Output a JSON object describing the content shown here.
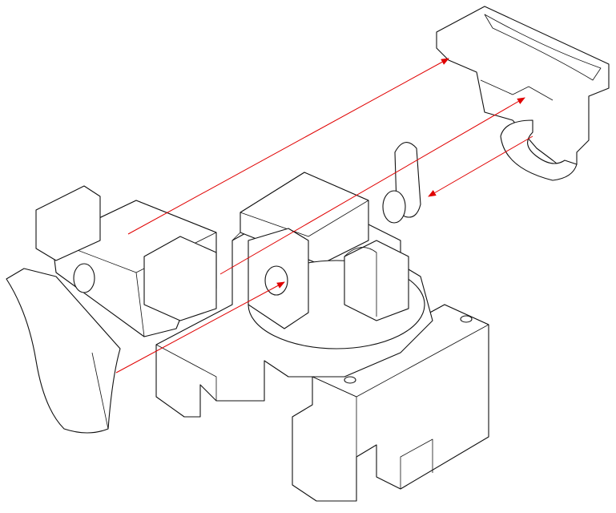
{
  "diagram": {
    "type": "exploded-assembly-line-drawing",
    "colors": {
      "line": "#111111",
      "assembly_arrow": "#e00000",
      "background": "#ffffff"
    },
    "parts": [
      {
        "name": "trigger-part"
      },
      {
        "name": "center-housing"
      },
      {
        "name": "top-right-clip-part"
      },
      {
        "name": "base-mount"
      }
    ],
    "assembly_arrows": [
      {
        "name": "arrow-1"
      },
      {
        "name": "arrow-2"
      },
      {
        "name": "arrow-3"
      },
      {
        "name": "arrow-4"
      }
    ]
  }
}
